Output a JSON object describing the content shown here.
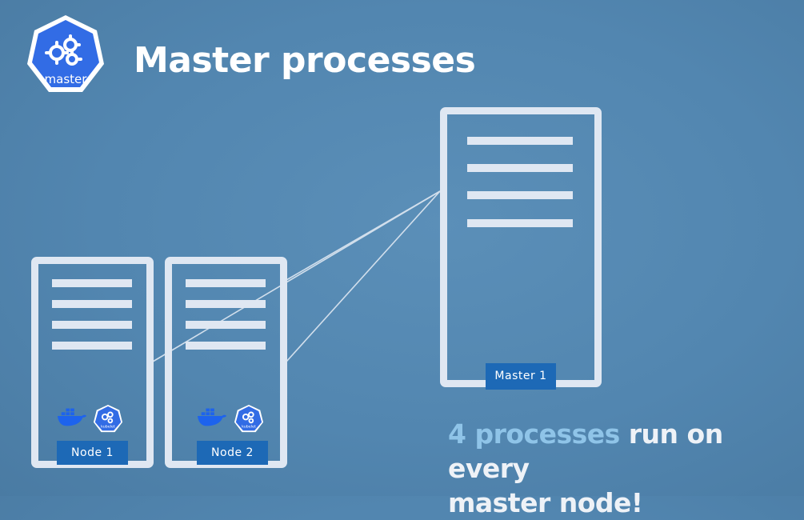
{
  "header": {
    "logo_text": "master",
    "title": "Master processes"
  },
  "master": {
    "label": "Master 1"
  },
  "nodes": [
    {
      "label": "Node 1",
      "kubelet_text": "kubelet"
    },
    {
      "label": "Node 2",
      "kubelet_text": "kubelet"
    }
  ],
  "caption": {
    "highlight": "4 processes",
    "line1_rest": "run on every",
    "line2": "master node!"
  },
  "colors": {
    "background": "#5286b0",
    "server_outline": "#dfe7f2",
    "label_box": "#1d69b6",
    "caption_highlight": "#8fc4e8",
    "kubernetes_blue": "#326ce5"
  },
  "icons": {
    "logo": "kubernetes-master-logo",
    "container_runtime": "docker-whale-icon",
    "kubelet": "kubelet-icon"
  }
}
